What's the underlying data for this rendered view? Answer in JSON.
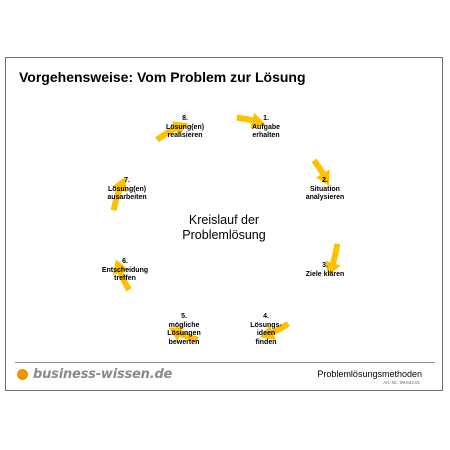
{
  "title": "Vorgehensweise: Vom Problem zur Lösung",
  "center": {
    "line1": "Kreislauf der",
    "line2": "Problemlösung"
  },
  "accent_color": "#ffc000",
  "steps": [
    {
      "num": "1.",
      "lines": [
        "Aufgabe",
        "erhalten"
      ]
    },
    {
      "num": "2.",
      "lines": [
        "Situation",
        "analysieren"
      ]
    },
    {
      "num": "3.",
      "lines": [
        "Ziele klären"
      ]
    },
    {
      "num": "4.",
      "lines": [
        "Lösungs-",
        "ideen",
        "finden"
      ]
    },
    {
      "num": "5.",
      "lines": [
        "mögliche",
        "Lösungen",
        "bewerten"
      ]
    },
    {
      "num": "6.",
      "lines": [
        "Entscheidung",
        "treffen"
      ]
    },
    {
      "num": "7.",
      "lines": [
        "Lösung(en)",
        "ausarbeiten"
      ]
    },
    {
      "num": "8.",
      "lines": [
        "Lösung(en)",
        "realisieren"
      ]
    }
  ],
  "footer": {
    "logo_text": "business-wissen.de",
    "product": "Problemlösungsmethoden",
    "art_nr": "Art.-Nr.: 99.633.01"
  }
}
